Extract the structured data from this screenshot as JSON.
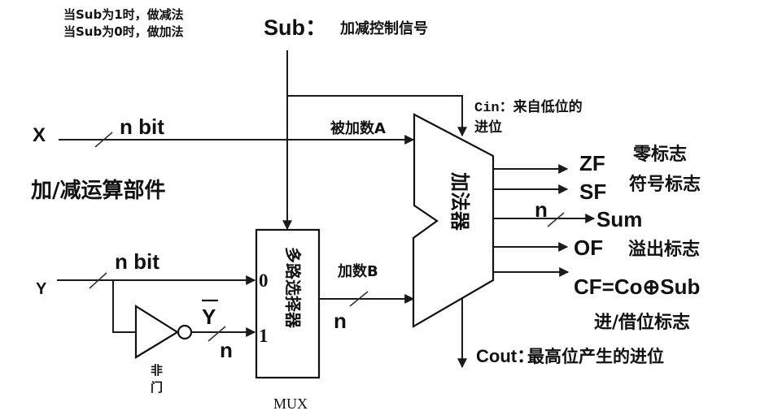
{
  "notes": {
    "line1": "当Sub为1时，做减法",
    "line2": "当Sub为0时，做加法"
  },
  "sub": {
    "label": "Sub：",
    "desc": "加减控制信号"
  },
  "cin": {
    "line1": "Cin：来自低位的",
    "line2": "进位"
  },
  "title": "加/减运算部件",
  "inputs": {
    "x_label": "X",
    "x_width": "n bit",
    "y_label": "Y",
    "y_width": "n bit",
    "ybar_label": "Y"
  },
  "not_gate": {
    "label_lines": [
      "非",
      "门"
    ],
    "out_width": "n"
  },
  "mux": {
    "label": "多路选择器",
    "name": "MUX",
    "in0": "0",
    "in1": "1",
    "out_width": "n"
  },
  "adder": {
    "label": "加法器",
    "input_a": "被加数A",
    "input_b": "加数B"
  },
  "outputs": [
    {
      "name": "ZF",
      "desc": "零标志"
    },
    {
      "name": "SF",
      "desc": "符号标志"
    },
    {
      "name": "Sum",
      "width": "n"
    },
    {
      "name": "OF",
      "desc": "溢出标志"
    },
    {
      "name": "CF=Co⊕Sub",
      "desc": "进/借位标志"
    }
  ],
  "cout": {
    "label": "Cout：",
    "desc": "最高位产生的进位"
  },
  "colors": {
    "note_blue": "#2b2f9e",
    "title_red": "#c0141c",
    "input_red": "#d81420",
    "flag_orange": "#ff3c14",
    "line": "#1a1a1a"
  }
}
